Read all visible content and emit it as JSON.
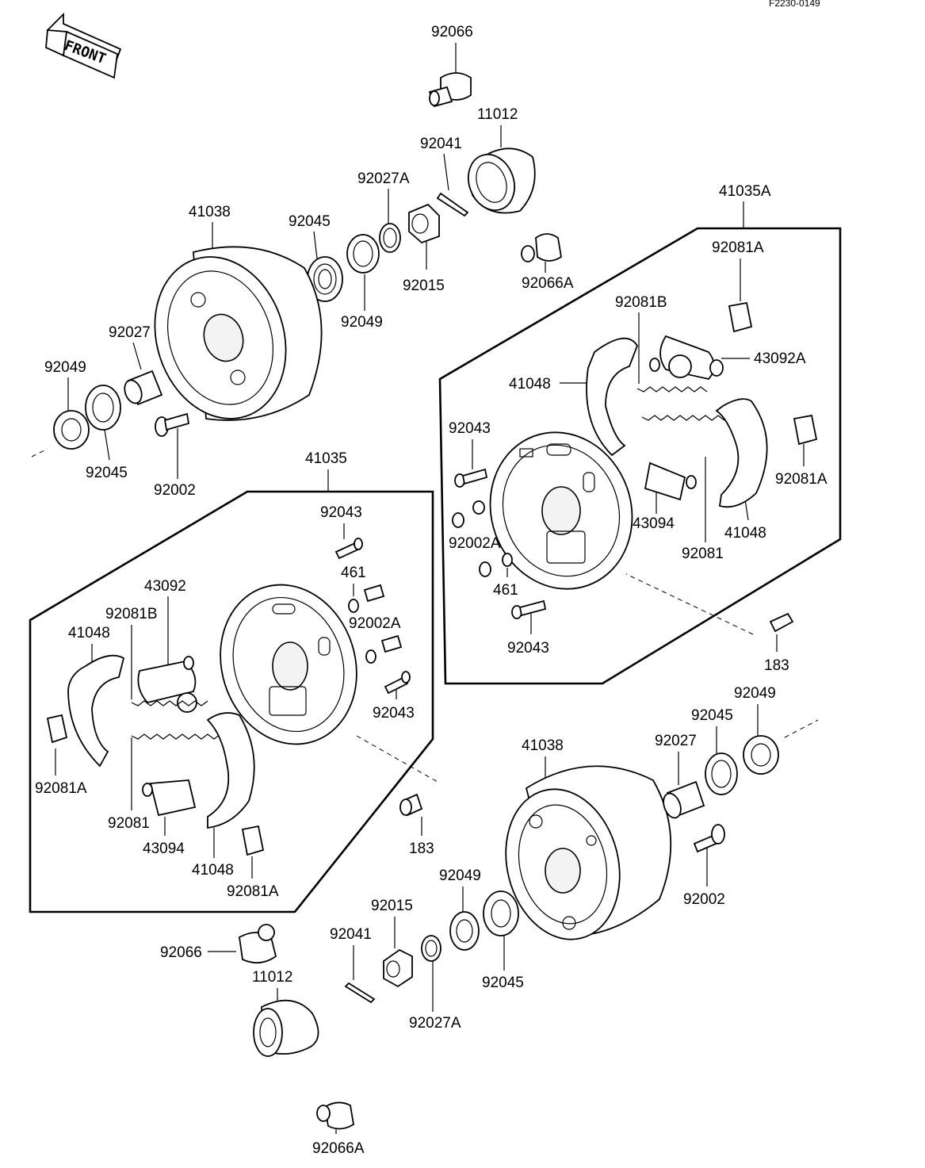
{
  "ref_code": "F2230-0149",
  "front_arrow": "FRONT",
  "labels": {
    "p92066_top": "92066",
    "p11012_top": "11012",
    "p92041_top": "92041",
    "p92027A_top": "92027A",
    "p92045_top": "92045",
    "p92049_top": "92049",
    "p92015_top": "92015",
    "p92066A_top": "92066A",
    "p41038_top": "41038",
    "p92027_top": "92027",
    "p92049_left": "92049",
    "p92045_left": "92045",
    "p92002_top": "92002",
    "p41035A": "41035A",
    "p92081A_r1": "92081A",
    "p92081B_r": "92081B",
    "p43092A": "43092A",
    "p41048_r1": "41048",
    "p92043_r1": "92043",
    "p92081A_r2": "92081A",
    "p43094_r": "43094",
    "p41048_r2": "41048",
    "p92002A_r": "92002A",
    "p92081_r": "92081",
    "p461_r": "461",
    "p92043_r2": "92043",
    "p183_r": "183",
    "p41035": "41035",
    "p92043_l1": "92043",
    "p461_l": "461",
    "p43092": "43092",
    "p92081B_l": "92081B",
    "p92002A_l": "92002A",
    "p41048_l1": "41048",
    "p92043_l2": "92043",
    "p92081A_l1": "92081A",
    "p92081_l": "92081",
    "p43094_l": "43094",
    "p41048_l2": "41048",
    "p92081A_l2": "92081A",
    "p183_l": "183",
    "p41038_bot": "41038",
    "p92027_bot": "92027",
    "p92045_bot": "92045",
    "p92049_bot": "92049",
    "p92002_bot": "92002",
    "p92049_b2": "92049",
    "p92015_bot": "92015",
    "p92041_bot": "92041",
    "p92045_b2": "92045",
    "p92066_bot": "92066",
    "p11012_bot": "11012",
    "p92027A_bot": "92027A",
    "p92066A_bot": "92066A"
  }
}
